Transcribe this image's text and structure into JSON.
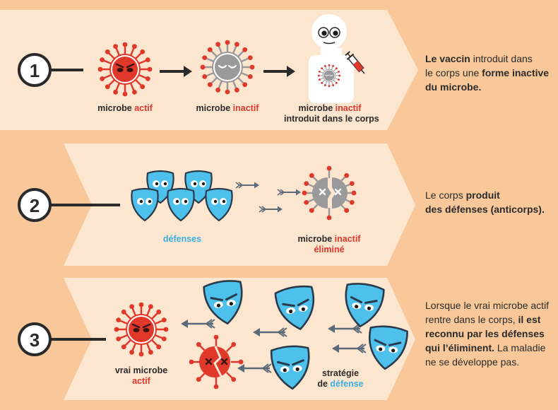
{
  "steps": [
    {
      "number": "1",
      "labels": {
        "active": {
          "word1": "microbe",
          "word2": "actif"
        },
        "inactive": {
          "word1": "microbe",
          "word2": "inactif"
        },
        "introduced": {
          "line1a": "microbe",
          "line1b": "inactif",
          "line2": "introduit dans le corps"
        }
      },
      "description": {
        "p1": "Le vaccin",
        "p2": " introduit dans",
        "p3": "le corps une ",
        "p4": "forme inactive",
        "p5": "du microbe."
      }
    },
    {
      "number": "2",
      "labels": {
        "defenses": "défenses",
        "eliminated": {
          "line1a": "microbe",
          "line1b": "inactif",
          "line2": "éliminé"
        }
      },
      "description": {
        "p1": "Le corps ",
        "p2": "produit",
        "p3": "des défenses (anticorps)."
      }
    },
    {
      "number": "3",
      "labels": {
        "real": {
          "line1": "vrai microbe",
          "line2": "actif"
        },
        "strategy": {
          "line1": "stratégie",
          "line2a": "de",
          "line2b": "défense"
        }
      },
      "description": {
        "p1": "Lorsque le vrai microbe actif",
        "p2": "rentre dans le corps, ",
        "p3": "il est",
        "p4": "reconnu par les défenses",
        "p5": "qui l’éliminent.",
        "p6": " La maladie",
        "p7": "ne se développe pas."
      }
    }
  ],
  "colors": {
    "background": "#f8c89a",
    "band": "#fde6d0",
    "accent_red": "#e0382a",
    "accent_blue": "#3aaee0",
    "inactive_grey": "#9a9a9a",
    "dark": "#2a2a2a"
  },
  "icons": [
    "active-microbe-icon",
    "inactive-microbe-icon",
    "person-with-syringe-icon",
    "shield-antibody-icon",
    "eliminated-microbe-icon",
    "arrow-icon",
    "fletched-arrow-icon"
  ]
}
